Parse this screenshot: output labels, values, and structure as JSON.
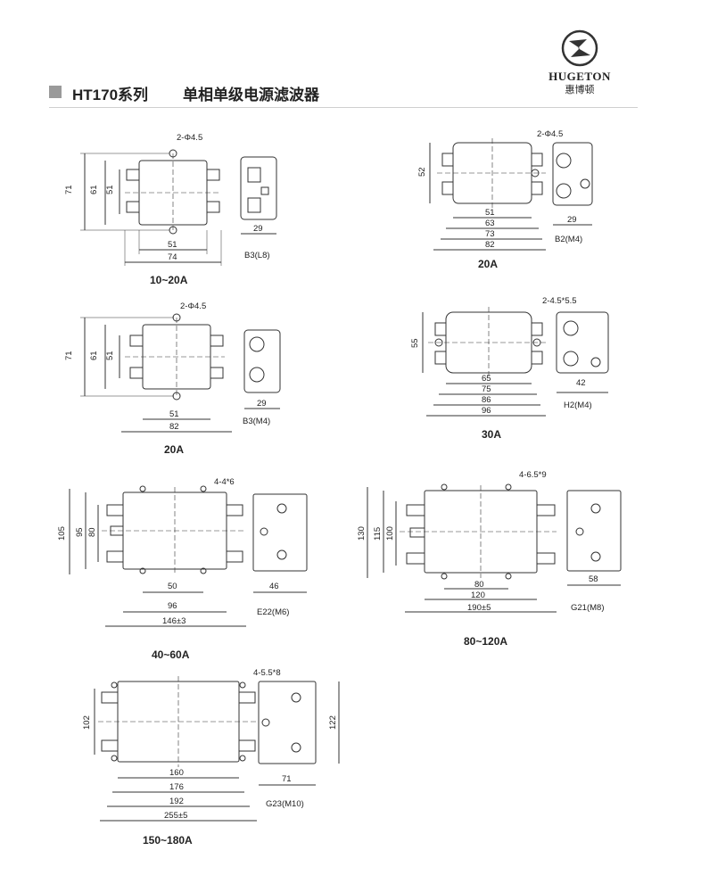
{
  "brand": {
    "name": "HUGETON",
    "name_cn": "惠博顿"
  },
  "header": {
    "series": "HT170系列",
    "subtitle": "单相单级电源滤波器"
  },
  "drawings": [
    {
      "caption": "10~20A",
      "mount": "B3(L8)",
      "holes": "2-Φ4.5",
      "heights": [
        "71",
        "61",
        "51"
      ],
      "widths": [
        "51",
        "74"
      ],
      "side_depth": "29"
    },
    {
      "caption": "20A",
      "mount": "B2(M4)",
      "holes": "2-Φ4.5",
      "heights": [
        "52"
      ],
      "widths": [
        "51",
        "63",
        "73",
        "82"
      ],
      "side_depth": "29"
    },
    {
      "caption": "20A",
      "mount": "B3(M4)",
      "holes": "2-Φ4.5",
      "heights": [
        "71",
        "61",
        "51"
      ],
      "widths": [
        "51",
        "82"
      ],
      "side_depth": "29"
    },
    {
      "caption": "30A",
      "mount": "H2(M4)",
      "holes": "2-4.5*5.5",
      "heights": [
        "55"
      ],
      "widths": [
        "65",
        "75",
        "86",
        "96"
      ],
      "side_depth": "42"
    },
    {
      "caption": "40~60A",
      "mount": "E22(M6)",
      "holes": "4-4*6",
      "heights": [
        "105",
        "95",
        "80"
      ],
      "widths": [
        "50",
        "96",
        "146±3"
      ],
      "side_depth": "46"
    },
    {
      "caption": "80~120A",
      "mount": "G21(M8)",
      "holes": "4-6.5*9",
      "heights": [
        "130",
        "115",
        "100"
      ],
      "widths": [
        "80",
        "120",
        "190±5"
      ],
      "side_depth": "58"
    },
    {
      "caption": "150~180A",
      "mount": "G23(M10)",
      "holes": "4-5.5*8",
      "heights": [
        "102"
      ],
      "widths": [
        "160",
        "176",
        "192",
        "255±5"
      ],
      "side_depth": "71",
      "side_height": "122"
    }
  ]
}
